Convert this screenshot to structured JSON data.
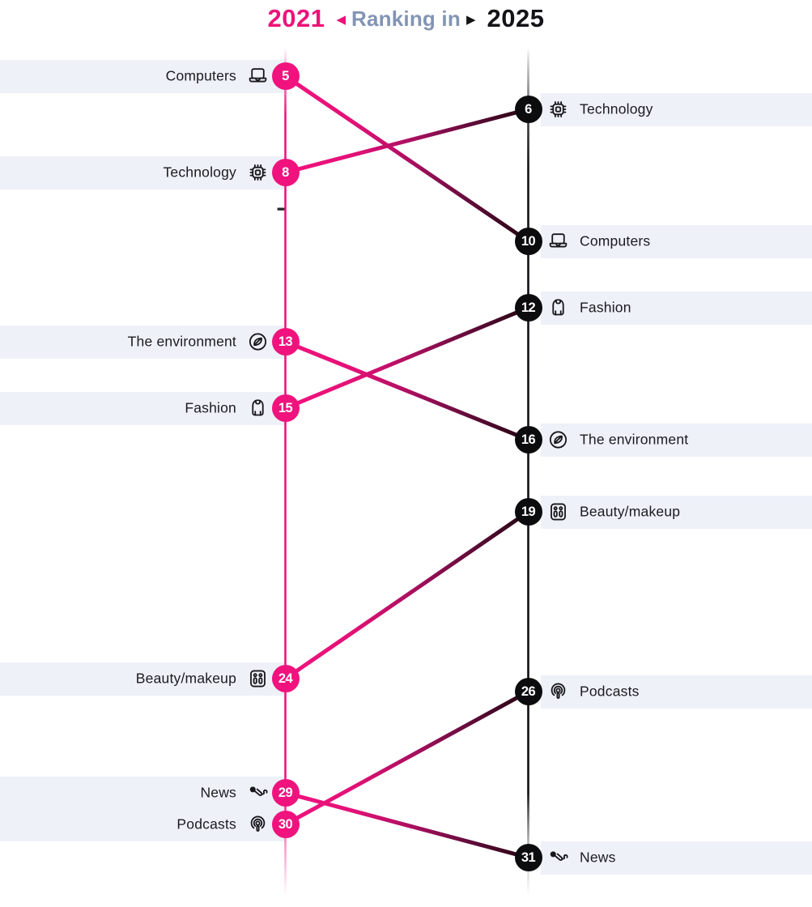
{
  "title": {
    "left_year": "2021",
    "center_label": "Ranking in",
    "right_year": "2025",
    "left_arrow": "◀",
    "right_arrow": "▶"
  },
  "colors": {
    "pink": "#f0137e",
    "node_black": "#0c0c0f",
    "title_slate": "#8294b4",
    "row_band": "#eef1f8",
    "link_dark_end": "#230511"
  },
  "chart_data": {
    "type": "slope",
    "title": "2021 ◀ Ranking in ▶ 2025",
    "columns": [
      "2021",
      "2025"
    ],
    "value_semantics": "rank position (lower number = higher rank)",
    "legend_position": "top",
    "series": [
      {
        "name": "Computers",
        "icon": "laptop-icon",
        "values": [
          5,
          10
        ]
      },
      {
        "name": "Technology",
        "icon": "chip-icon",
        "values": [
          8,
          6
        ]
      },
      {
        "name": "The environment",
        "icon": "eco-icon",
        "values": [
          13,
          16
        ]
      },
      {
        "name": "Fashion",
        "icon": "hoodie-icon",
        "values": [
          15,
          12
        ]
      },
      {
        "name": "Beauty/makeup",
        "icon": "makeup-icon",
        "values": [
          24,
          19
        ]
      },
      {
        "name": "News",
        "icon": "microphone-icon",
        "values": [
          29,
          31
        ]
      },
      {
        "name": "Podcasts",
        "icon": "podcast-icon",
        "values": [
          30,
          26
        ]
      }
    ]
  }
}
